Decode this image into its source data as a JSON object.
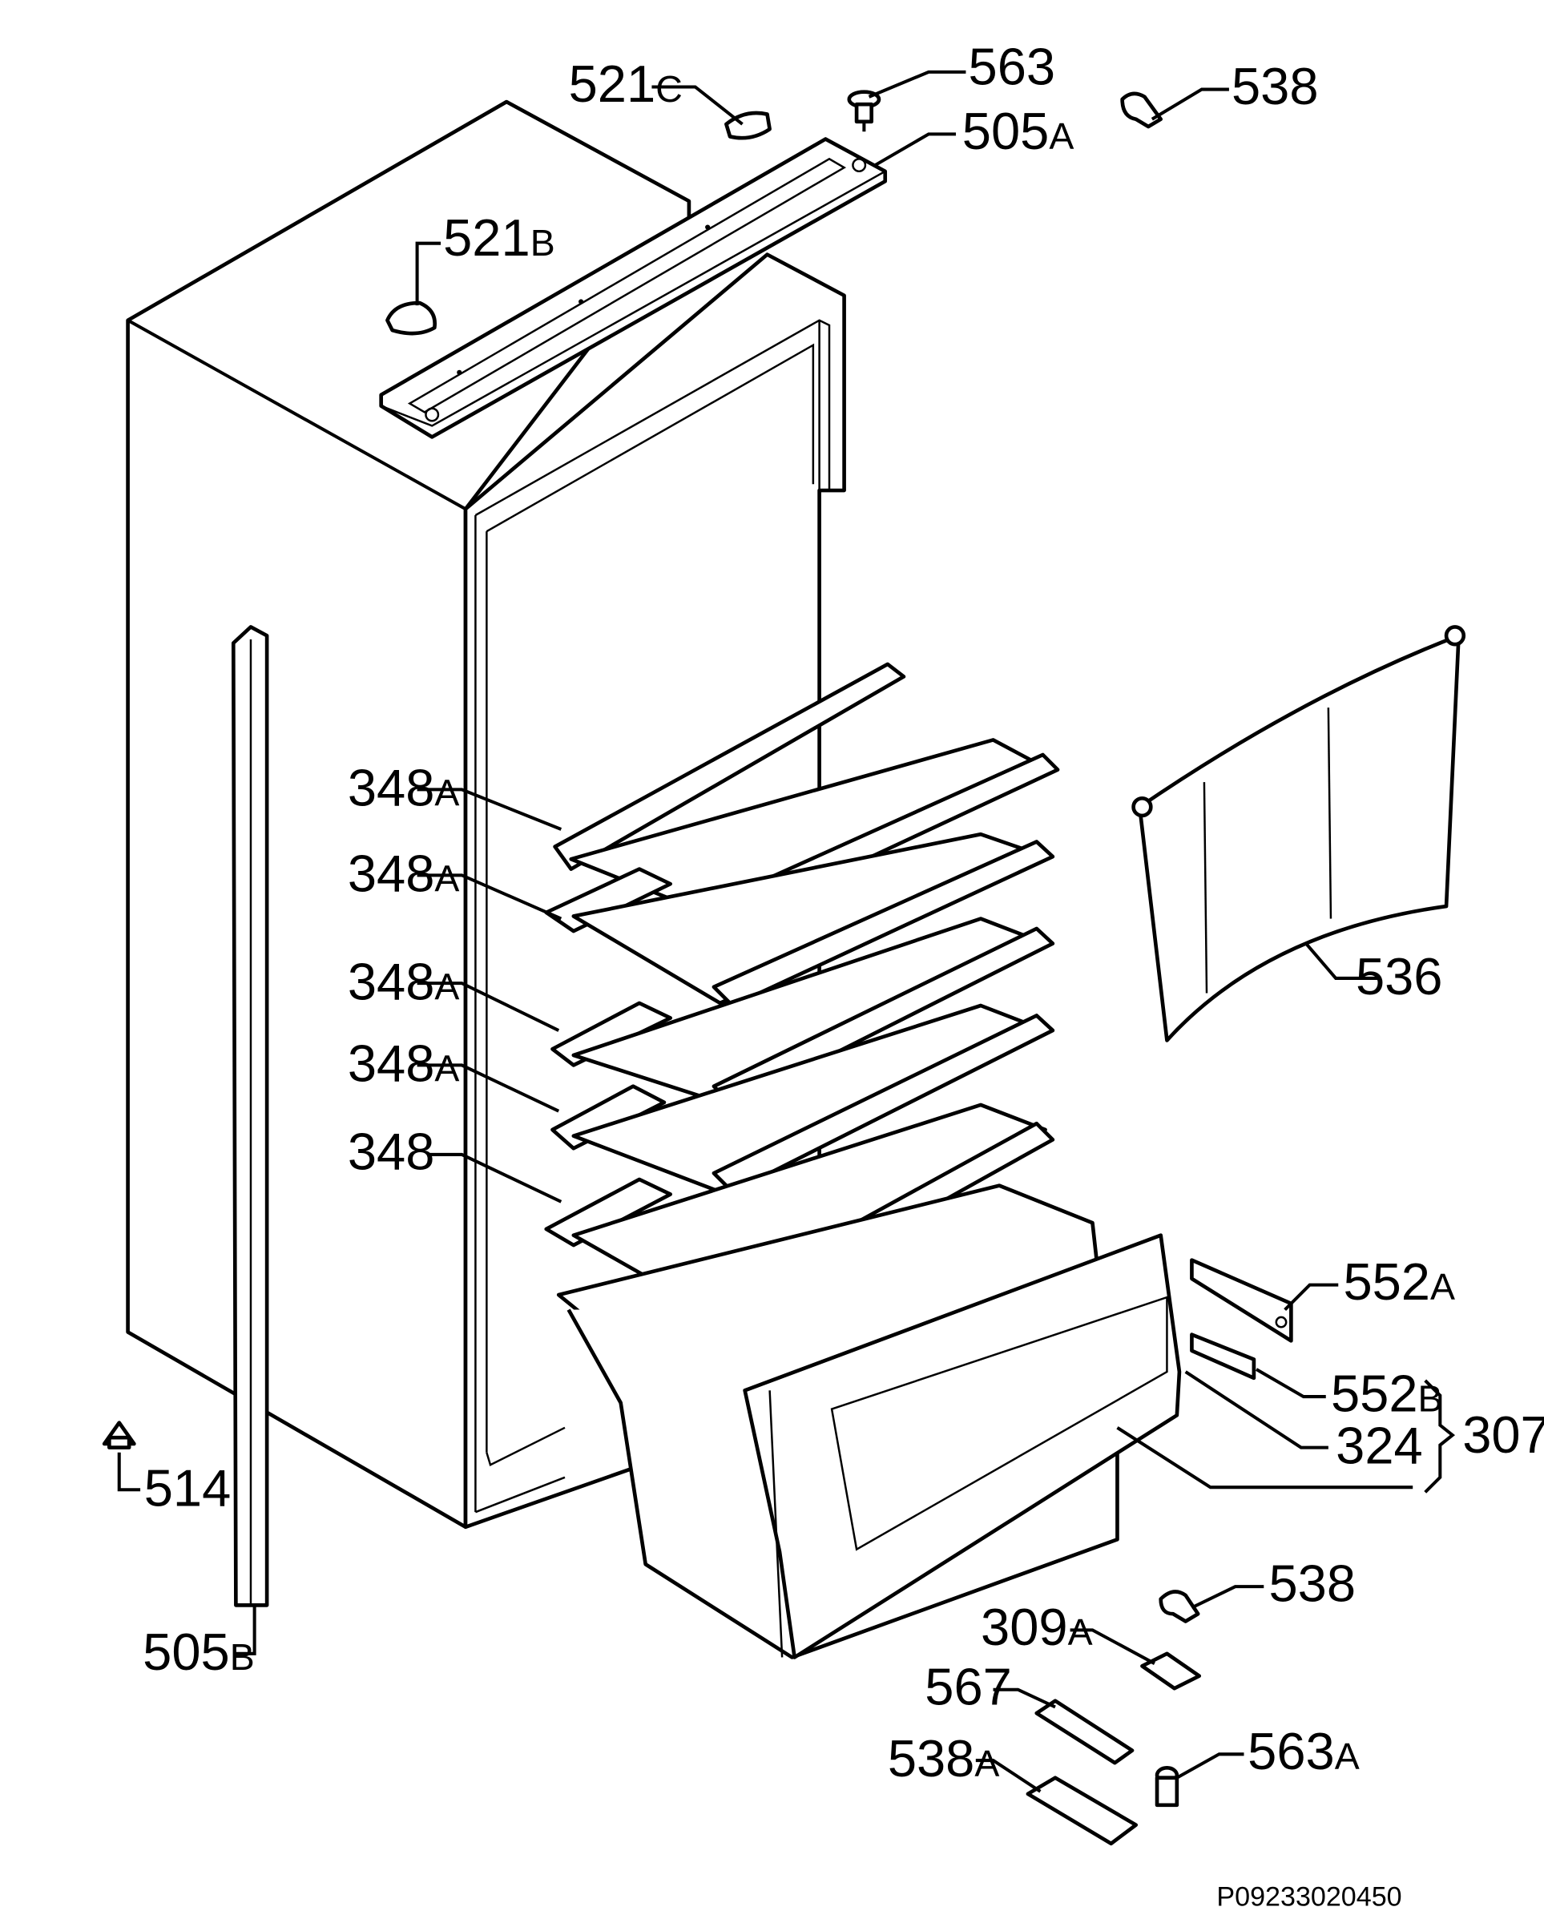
{
  "diagram": {
    "doc_code": "P09233020450",
    "labels": {
      "l521c": {
        "num": "521",
        "suf": "C"
      },
      "l563": {
        "num": "563",
        "suf": ""
      },
      "l538_top": {
        "num": "538",
        "suf": ""
      },
      "l505a": {
        "num": "505",
        "suf": "A"
      },
      "l521b": {
        "num": "521",
        "suf": "B"
      },
      "l348a_1": {
        "num": "348",
        "suf": "A"
      },
      "l348a_2": {
        "num": "348",
        "suf": "A"
      },
      "l348a_3": {
        "num": "348",
        "suf": "A"
      },
      "l348a_4": {
        "num": "348",
        "suf": "A"
      },
      "l348": {
        "num": "348",
        "suf": ""
      },
      "l536": {
        "num": "536",
        "suf": ""
      },
      "l552a": {
        "num": "552",
        "suf": "A"
      },
      "l552b": {
        "num": "552",
        "suf": "B"
      },
      "l324": {
        "num": "324",
        "suf": ""
      },
      "l307": {
        "num": "307",
        "suf": ""
      },
      "l514": {
        "num": "514",
        "suf": ""
      },
      "l505b": {
        "num": "505",
        "suf": "B"
      },
      "l538_bot": {
        "num": "538",
        "suf": ""
      },
      "l309a": {
        "num": "309",
        "suf": "A"
      },
      "l567": {
        "num": "567",
        "suf": ""
      },
      "l538a": {
        "num": "538",
        "suf": "A"
      },
      "l563a": {
        "num": "563",
        "suf": "A"
      }
    }
  }
}
